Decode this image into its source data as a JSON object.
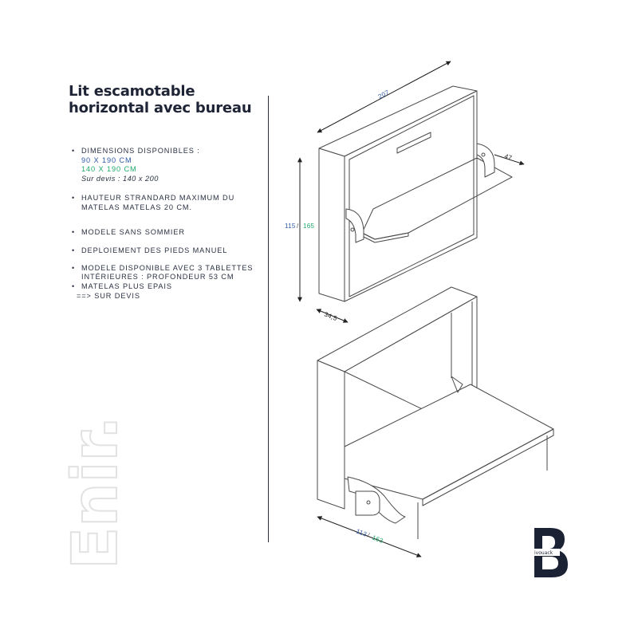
{
  "title": "Lit escamotable horizontal avec bureau",
  "specs": {
    "item1_label": "DIMENSIONS DISPONIBLES :",
    "size_blue": "90 X 190 CM",
    "size_green": "140 X 190 CM",
    "quote_size": "Sur devis : 140 x 200",
    "item2_line1": "HAUTEUR STRANDARD MAXIMUM DU",
    "item2_line2": "MATELAS MATELAS 20 CM.",
    "item3": "MODELE SANS SOMMIER",
    "item4": "DEPLOIEMENT DES PIEDS MANUEL",
    "item5_line1": "MODELE DISPONIBLE AVEC 3 TABLETTES",
    "item5_line2": "INTÉRIEURES : PROFONDEUR 53 CM",
    "item6": "MATELAS PLUS EPAIS",
    "item6_note": "==> SUR DEVIS"
  },
  "dimensions": {
    "width": "207",
    "height_blue": "115",
    "height_sep": "/",
    "height_green": "165",
    "desk_depth": "47",
    "cabinet_depth": "34,5",
    "open_depth_blue": "113",
    "open_sep": "/",
    "open_depth_green": "163"
  },
  "brand": {
    "name": "Enir.",
    "logo_letter": "B",
    "logo_caption": "ivouack"
  },
  "colors": {
    "navy": "#1e2435",
    "blue": "#2f58a8",
    "green": "#1faa6a",
    "outline_grey": "#e4e4e4"
  }
}
